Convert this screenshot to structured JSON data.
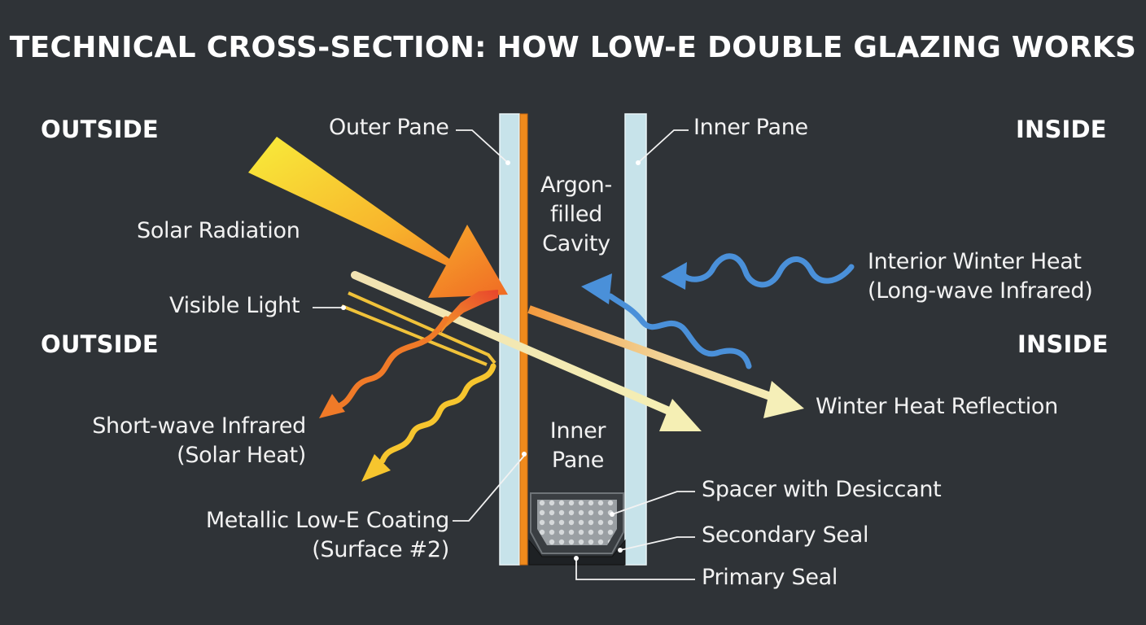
{
  "title": "TECHNICAL CROSS-SECTION: HOW LOW-E DOUBLE GLAZING WORKS",
  "sides": {
    "outside_top": "OUTSIDE",
    "outside_mid": "OUTSIDE",
    "inside_top": "INSIDE",
    "inside_mid": "INSIDE"
  },
  "labels": {
    "outer_pane": "Outer Pane",
    "inner_pane_top": "Inner Pane",
    "argon_line1": "Argon-",
    "argon_line2": "filled",
    "argon_line3": "Cavity",
    "solar_radiation": "Solar Radiation",
    "visible_light": "Visible Light",
    "short_wave_line1": "Short-wave Infrared",
    "short_wave_line2": "(Solar Heat)",
    "coating_line1": "Metallic Low-E Coating",
    "coating_line2": "(Surface #2)",
    "inner_pane_cavity_line1": "Inner",
    "inner_pane_cavity_line2": "Pane",
    "interior_heat_line1": "Interior Winter Heat",
    "interior_heat_line2": "(Long-wave Infrared)",
    "winter_reflection": "Winter Heat Reflection",
    "spacer": "Spacer with Desiccant",
    "secondary_seal": "Secondary Seal",
    "primary_seal": "Primary Seal"
  },
  "colors": {
    "background": "#2f3337",
    "glass": "#c7e3ea",
    "coating": "#f08a1c",
    "solar": "#f7c530",
    "short_wave": "#f07a28",
    "visible": "#f4e8b0",
    "long_wave": "#4a90d9",
    "spacer": "#8a8f93"
  }
}
